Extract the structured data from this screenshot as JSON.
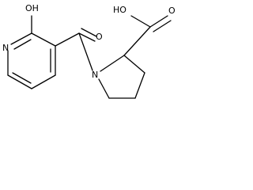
{
  "molecule": {
    "labels": {
      "hydroxyl_left": "OH",
      "ring_nitrogen": "N",
      "carbonyl_oxygen": "O",
      "amide_nitrogen": "N",
      "carboxyl_hydroxyl": "HO",
      "carboxyl_oxygen": "O"
    }
  },
  "colors": {
    "bond": "#000000",
    "text": "#000000",
    "background": "#ffffff"
  }
}
